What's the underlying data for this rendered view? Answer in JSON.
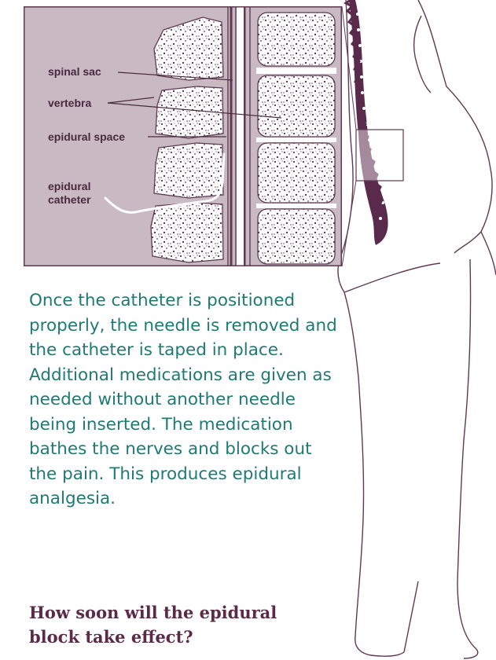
{
  "diagram": {
    "labels": {
      "spinal_sac": "spinal sac",
      "vertebra": "vertebra",
      "epidural_space": "epidural space",
      "epidural_catheter_line1": "epidural",
      "epidural_catheter_line2": "catheter"
    },
    "colors": {
      "panel_bg": "#c8b9c3",
      "frame": "#5e3a52",
      "spine": "#5a2a4c",
      "body_outline": "#5e3a52",
      "catheter": "#ffffff"
    }
  },
  "body_text": "Once the catheter is positioned properly, the needle is removed and the catheter is taped in place. Additional medications are given as needed without another needle being inserted. The medication bathes the nerves and blocks out the pain. This produces epidural analgesia.",
  "question": "How soon will the epidural block take effect?",
  "colors": {
    "body_text": "#1f7a73",
    "question": "#5a2a48"
  }
}
